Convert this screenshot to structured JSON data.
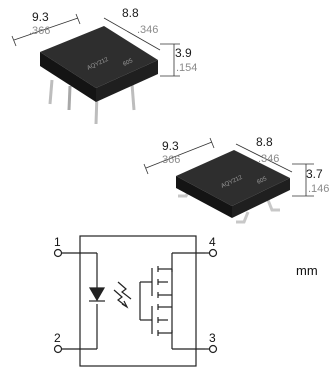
{
  "package_top": {
    "length": {
      "mm": "9.3",
      "in": ".366"
    },
    "width": {
      "mm": "8.8",
      "in": ".346"
    },
    "height": {
      "mm": "3.9",
      "in": ".154"
    },
    "marking": {
      "part": "AQY212",
      "code": "605"
    }
  },
  "package_bottom": {
    "length": {
      "mm": "9.3",
      "in": ".366"
    },
    "width": {
      "mm": "8.8",
      "in": ".346"
    },
    "height": {
      "mm": "3.7",
      "in": ".146"
    },
    "marking": {
      "part": "AQY212",
      "code": "605"
    }
  },
  "schematic": {
    "pins": {
      "p1": "1",
      "p2": "2",
      "p3": "3",
      "p4": "4"
    }
  },
  "units_label": "mm",
  "colors": {
    "chip_top": "#2b2b2b",
    "chip_side": "#111111",
    "pin": "#c8c8c8",
    "line": "#222222",
    "inch_text": "#8a8a8a"
  }
}
